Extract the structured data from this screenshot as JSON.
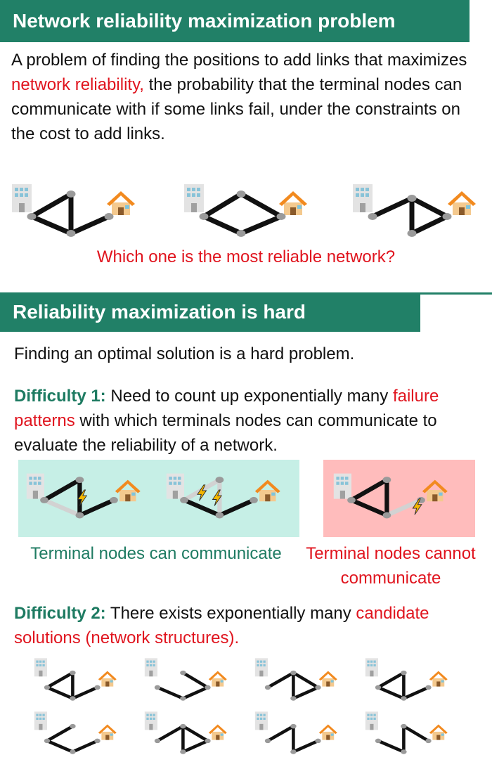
{
  "section1": {
    "title": "Network reliability maximization problem",
    "intro_before": "A problem of finding the positions to add links that maximizes ",
    "intro_highlight": "network reliability,",
    "intro_after": " the probability that the terminal nodes can communicate with if some links fail, under the constraints on the cost to add links.",
    "question": "Which one is the most reliable network?"
  },
  "section2": {
    "title": "Reliability maximization is hard",
    "text": "Finding an optimal solution is a hard problem.",
    "difficulty1": {
      "label": "Difficulty 1:",
      "text_before": " Need to count up exponentially many ",
      "highlight": "failure patterns",
      "text_after": " with which terminals nodes can communicate to evaluate the reliability of a network."
    },
    "caption_can": "Terminal nodes can communicate",
    "caption_cannot": "Terminal nodes cannot communicate",
    "difficulty2": {
      "label": "Difficulty 2:",
      "text": " There exists exponentially many ",
      "highlight": "candidate solutions (network structures)."
    }
  },
  "colors": {
    "banner": "#218067",
    "highlight_red": "#e0141e",
    "label_green": "#1e7b62",
    "panel_can": "#c6efe6",
    "panel_cannot": "#ffbcbc",
    "link": "#111111",
    "failed_link": "#d2d2d2",
    "node": "#9a9a9a",
    "lightning": "#f5b800"
  },
  "icons": [
    "building-icon",
    "house-icon",
    "lightning-icon"
  ]
}
